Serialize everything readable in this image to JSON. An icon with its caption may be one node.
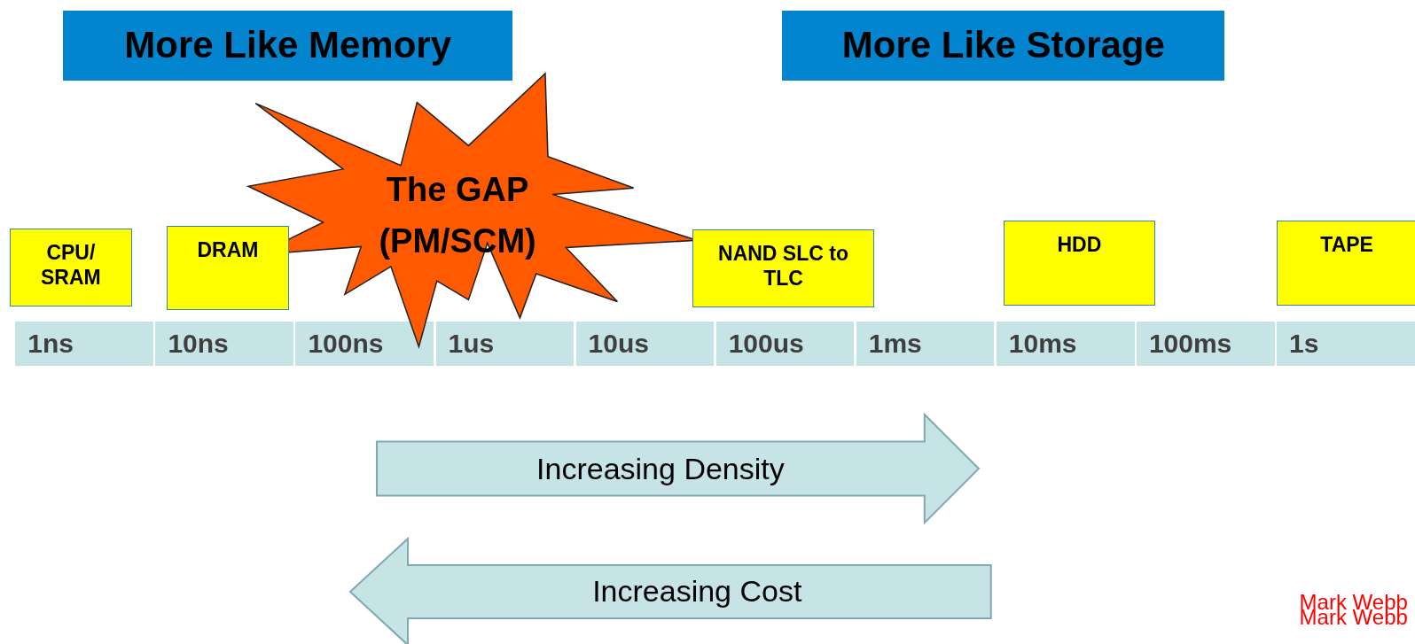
{
  "diagram": {
    "nodes": [
      {
        "text": [
          "More Like Memory"
        ]
      },
      {
        "text": [
          "More Like Storage"
        ]
      },
      {
        "text": [
          "The GAP (PM/SCM)"
        ]
      },
      {
        "text": [
          "CPU/ SRAM"
        ]
      },
      {
        "text": [
          "DRAM"
        ]
      },
      {
        "text": [
          "NAND SLC to TLC"
        ]
      },
      {
        "text": [
          "HDD"
        ]
      },
      {
        "text": [
          "TAPE"
        ]
      },
      {
        "text": [
          "1ns"
        ]
      },
      {
        "text": [
          "10ns"
        ]
      },
      {
        "text": [
          "100ns"
        ]
      },
      {
        "text": [
          "1us"
        ]
      },
      {
        "text": [
          "10us"
        ]
      },
      {
        "text": [
          "100us"
        ]
      },
      {
        "text": [
          "1ms"
        ]
      },
      {
        "text": [
          "10ms"
        ]
      },
      {
        "text": [
          "100ms"
        ]
      },
      {
        "text": [
          "1s"
        ]
      },
      {
        "text": [
          "Increasing Density"
        ]
      },
      {
        "text": [
          "Increasing Cost"
        ]
      }
    ],
    "labels": [
      "Mark Webb",
      "Mark Webb"
    ]
  }
}
